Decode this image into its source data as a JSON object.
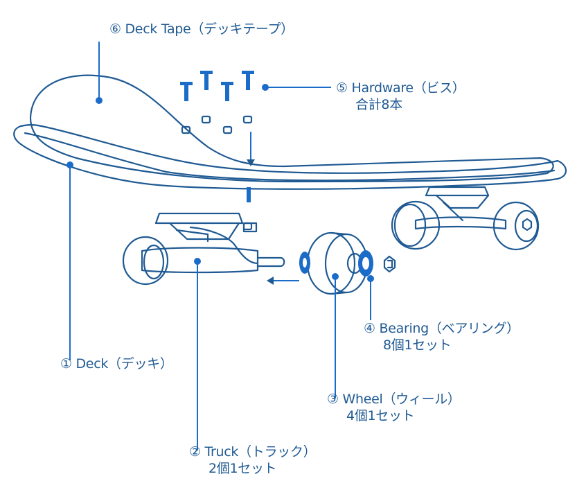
{
  "colors": {
    "line": "#1f5a93",
    "accent": "#1b6cc9",
    "background": "#ffffff"
  },
  "labels": {
    "deck_tape": {
      "text": "⑥ Deck Tape（デッキテープ）"
    },
    "hardware": {
      "text": "⑤ Hardware（ビス）",
      "sub": "合計8本"
    },
    "bearing": {
      "text": "④ Bearing（ベアリング）",
      "sub": "8個1セット"
    },
    "deck": {
      "text": "① Deck（デッキ）"
    },
    "wheel": {
      "text": "③ Wheel（ウィール）",
      "sub": "4個1セット"
    },
    "truck": {
      "text": "② Truck（トラック）",
      "sub": "2個1セット"
    }
  }
}
